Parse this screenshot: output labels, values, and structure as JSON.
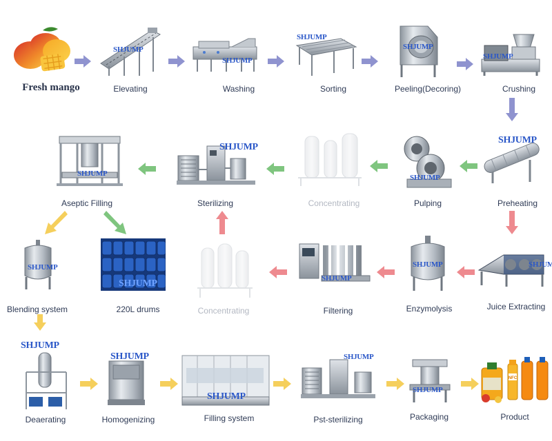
{
  "title": "",
  "brand": {
    "main": "SHJUM",
    "end": "P"
  },
  "colors": {
    "arrow_row1": "#8f93cf",
    "arrow_row2": "#7fc57f",
    "arrow_row3": "#ee8a8f",
    "arrow_row4": "#f5cf5c",
    "label": "#2e3a55",
    "label_faded": "#b3b8c2",
    "steel": "#b9c0c8",
    "drum_blue": "#1f4fa8"
  },
  "steps": {
    "fresh_mango": "Fresh mango",
    "elevating": "Elevating",
    "washing": "Washing",
    "sorting": "Sorting",
    "peeling": "Peeling(Decoring)",
    "crushing": "Crushing",
    "preheating": "Preheating",
    "pulping": "Pulping",
    "concentrating_1": "Concentrating",
    "sterilizing": "Sterilizing",
    "aseptic_filling": "Aseptic Filling",
    "blending_system": "Blending system",
    "drums": "220L drums",
    "concentrating_2": "Concentrating",
    "filtering": "Filtering",
    "enzymolysis": "Enzymolysis",
    "juice_extracting": "Juice Extracting",
    "deaerating": "Deaerating",
    "homogenizing": "Homogenizing",
    "filling_system": "Filling system",
    "pst_sterilizing": "Pst-sterilizing",
    "packaging": "Packaging",
    "product": "Product"
  },
  "product_label": "NFC"
}
